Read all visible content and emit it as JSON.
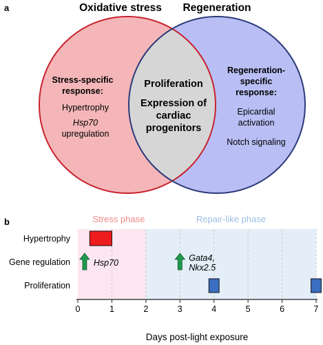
{
  "panel_a": {
    "panel_label": "a",
    "left_title": "Oxidative stress",
    "right_title": "Regeneration",
    "left_set": {
      "heading": [
        "Stress-specific",
        "response:"
      ],
      "items": [
        "Hypertrophy",
        "Hsp70",
        "upregulation"
      ]
    },
    "overlap": {
      "items": [
        "Proliferation",
        "Expression of",
        "cardiac",
        "progenitors"
      ]
    },
    "right_set": {
      "heading": [
        "Regeneration-",
        "specific",
        "response:"
      ],
      "items": [
        "Epicardial",
        "activation",
        "Notch signaling"
      ]
    },
    "colors": {
      "left_fill": "#f4b6b8",
      "left_stroke": "#c8222e",
      "right_fill": "#b9bff5",
      "right_stroke": "#2b3a78",
      "overlap_fill": "#d6d6d6"
    }
  },
  "panel_b": {
    "panel_label": "b",
    "stress_phase_label": "Stress phase",
    "repair_phase_label": "Repair-like phase",
    "colors": {
      "stress_phase": "#fbe6f1",
      "stress_text": "#f08a8a",
      "repair_phase": "#e3eef8",
      "repair_text": "#9cbde2",
      "hypertrophy_bar": "#ee1c1c",
      "proliferation_bar": "#3a6fc1",
      "arrow": "#1f9a4e"
    },
    "chart_data": {
      "type": "timeline",
      "xlabel": "Days post-light exposure",
      "xlim": [
        0,
        7
      ],
      "x_ticks": [
        "0",
        "1",
        "2",
        "3",
        "4",
        "5",
        "6",
        "7"
      ],
      "phases": [
        {
          "name": "Stress phase",
          "start": 0,
          "end": 2
        },
        {
          "name": "Repair-like phase",
          "start": 2,
          "end": 7
        }
      ],
      "rows": [
        "Hypertrophy",
        "Gene regulation",
        "Proliferation"
      ],
      "hypertrophy_bars": [
        {
          "start": 0.35,
          "end": 1.0
        }
      ],
      "gene_regulation_arrows": [
        {
          "x": 0.2,
          "label": [
            "Hsp70"
          ]
        },
        {
          "x": 3.0,
          "label": [
            "Gata4,",
            "Nkx2.5"
          ]
        }
      ],
      "proliferation_bars": [
        {
          "start": 3.85,
          "end": 4.15
        },
        {
          "start": 6.85,
          "end": 7.15
        }
      ]
    }
  }
}
